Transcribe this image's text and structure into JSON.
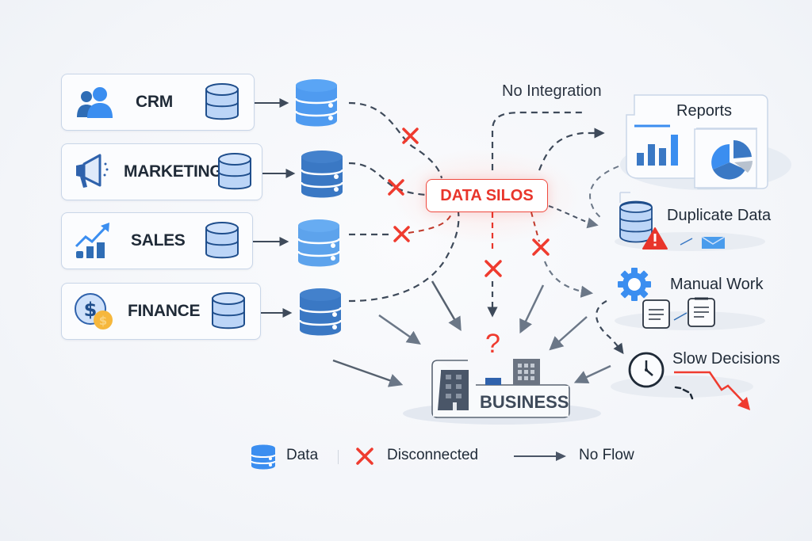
{
  "title_annotation": "No Integration",
  "sources": [
    {
      "label": "CRM",
      "icon": "users-icon"
    },
    {
      "label": "MARKETING",
      "icon": "megaphone-icon"
    },
    {
      "label": "SALES",
      "icon": "growth-chart-icon"
    },
    {
      "label": "FINANCE",
      "icon": "dollar-coin-icon"
    }
  ],
  "center": {
    "label": "DATA SILOS"
  },
  "business": {
    "label": "BUSINESS",
    "question_mark": "?"
  },
  "outcomes": [
    {
      "label": "Reports",
      "icon": "report-charts-icon"
    },
    {
      "label": "Duplicate Data",
      "icon": "database-warning-icon"
    },
    {
      "label": "Manual Work",
      "icon": "gear-documents-icon"
    },
    {
      "label": "Slow Decisions",
      "icon": "clock-declining-icon"
    }
  ],
  "legend": [
    {
      "label": "Data",
      "icon": "database-icon"
    },
    {
      "label": "Disconnected",
      "icon": "red-x-icon"
    },
    {
      "label": "No Flow",
      "icon": "arrow-right-icon"
    }
  ],
  "colors": {
    "accent_blue": "#3b8ef0",
    "dark_blue": "#2f6db5",
    "light_blue": "#a9c9f5",
    "alert_red": "#ef3b2f",
    "connector_gray": "#4a5566",
    "text_dark": "#1f2a37",
    "coin_gold": "#f6b73c"
  }
}
